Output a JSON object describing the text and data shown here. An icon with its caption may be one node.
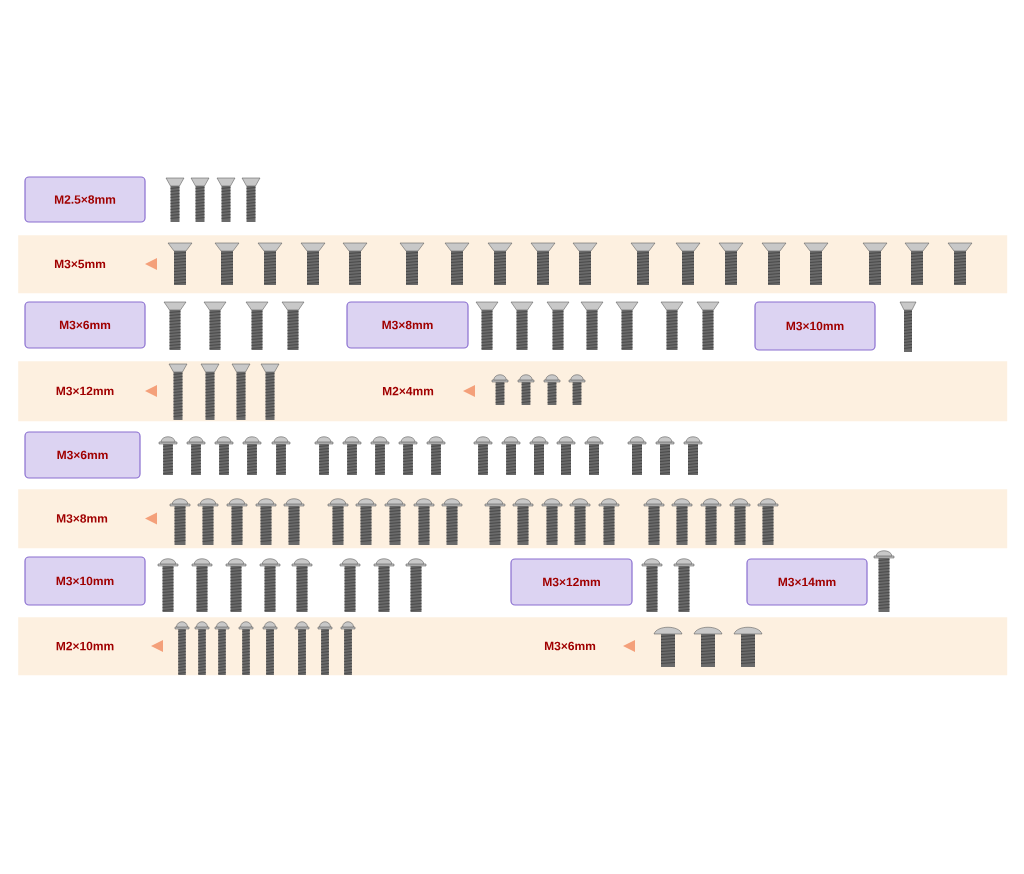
{
  "diagram": {
    "nodes": [
      {
        "text": [
          "M2.5×8mm"
        ]
      },
      {
        "text": [
          "M3×5mm"
        ]
      },
      {
        "text": [
          "M3×6mm"
        ]
      },
      {
        "text": [
          "M3×8mm"
        ]
      },
      {
        "text": [
          "M3×10mm"
        ]
      },
      {
        "text": [
          "M3×12mm",
          "M2×4mm"
        ]
      },
      {
        "text": [
          "M3×6mm"
        ]
      },
      {
        "text": [
          "M3×8mm"
        ]
      },
      {
        "text": [
          "M3×10mm"
        ]
      },
      {
        "text": [
          "M3×12mm"
        ]
      },
      {
        "text": [
          "M3×14mm"
        ]
      },
      {
        "text": [
          "M2×10mm",
          "M3×6mm"
        ]
      }
    ]
  }
}
